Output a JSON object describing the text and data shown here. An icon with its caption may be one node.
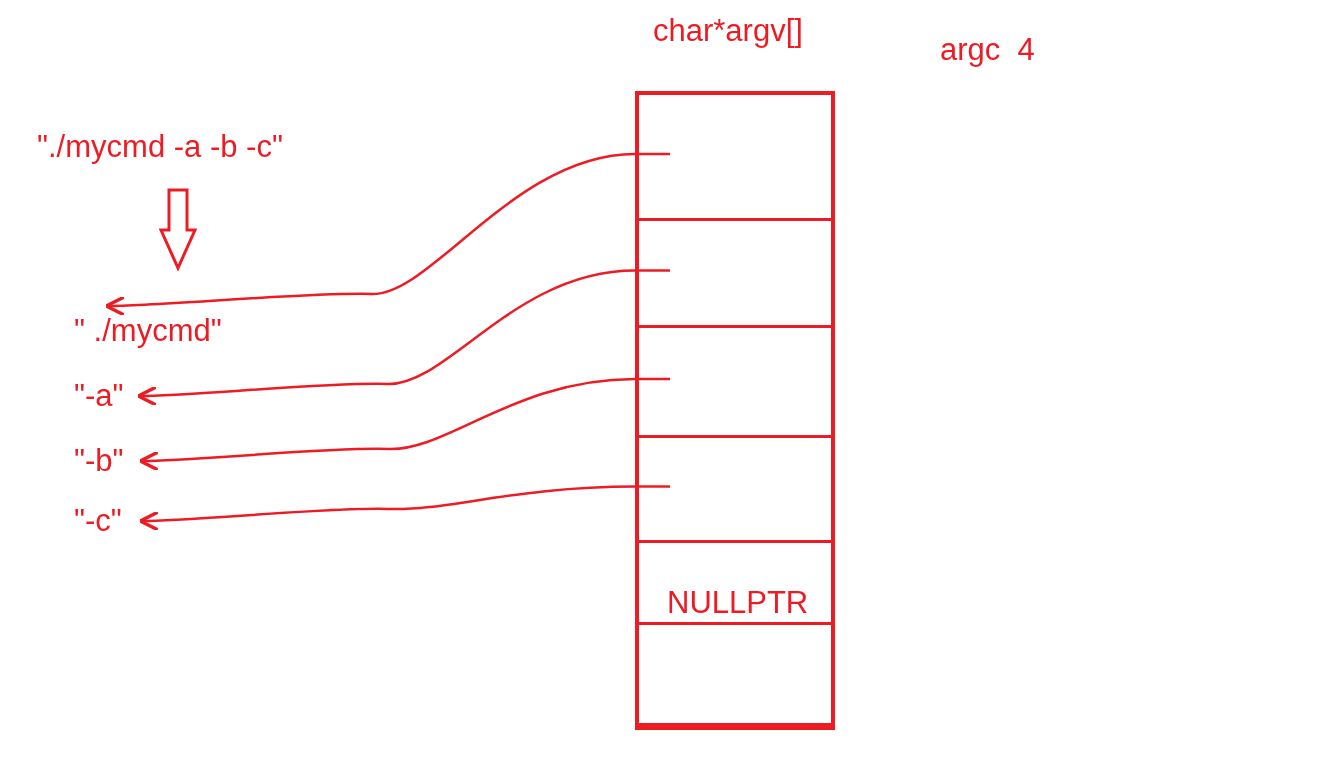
{
  "diagram": {
    "nodes": [
      {
        "text": [
          "\"./mycmd -a -b -c\""
        ]
      },
      {
        "text": [
          "char*argv[]"
        ]
      },
      {
        "text": [],
        "shape": "box",
        "in": 1
      },
      {
        "text": [],
        "shape": "box",
        "in": 1
      },
      {
        "text": [],
        "shape": "box",
        "in": 1
      },
      {
        "text": [],
        "shape": "box",
        "in": 1
      },
      {
        "text": [
          "NULLPTR"
        ],
        "in": 1
      },
      {
        "text": [],
        "shape": "box",
        "in": 1
      },
      {
        "text": [
          "\" ./mycmd\""
        ]
      },
      {
        "text": [
          "\"-a\""
        ]
      },
      {
        "text": [
          "\"-b\""
        ]
      },
      {
        "text": [
          "\"-c\""
        ]
      }
    ],
    "edges": [
      {
        "from": 0,
        "to": 8,
        "arrow": "to",
        "style": "thick"
      },
      {
        "from": 2,
        "to": 8,
        "arrow": "to"
      },
      {
        "from": 3,
        "to": 9,
        "arrow": "to"
      },
      {
        "from": 4,
        "to": 10,
        "arrow": "to"
      },
      {
        "from": 5,
        "to": 11,
        "arrow": "to"
      }
    ],
    "labels": [
      "argc  4"
    ]
  }
}
